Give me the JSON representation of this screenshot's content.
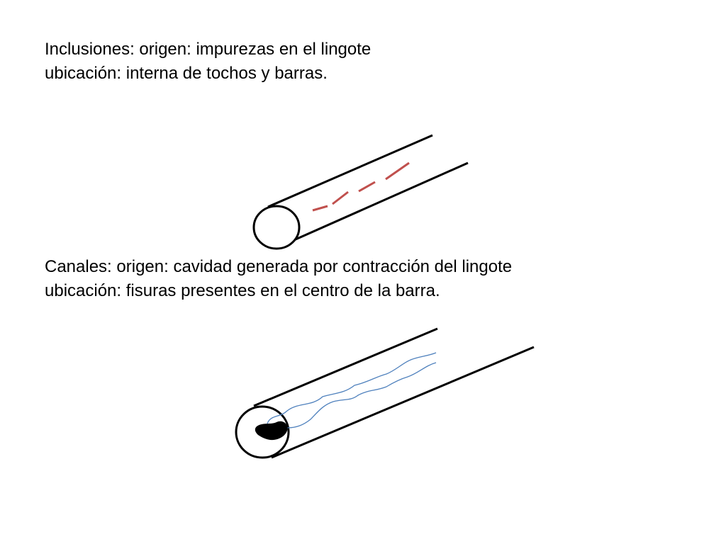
{
  "inclusiones": {
    "line1": "Inclusiones: origen: impurezas en el lingote",
    "line2": "ubicación: interna de tochos y barras."
  },
  "canales": {
    "line1": "Canales: origen: cavidad generada por contracción del lingote",
    "line2": "ubicación: fisuras presentes en el centro de la barra."
  },
  "colors": {
    "outline": "#000000",
    "inclusion_dashes": "#c0504d",
    "crack_lines": "#4f81bd",
    "cavity": "#000000"
  }
}
